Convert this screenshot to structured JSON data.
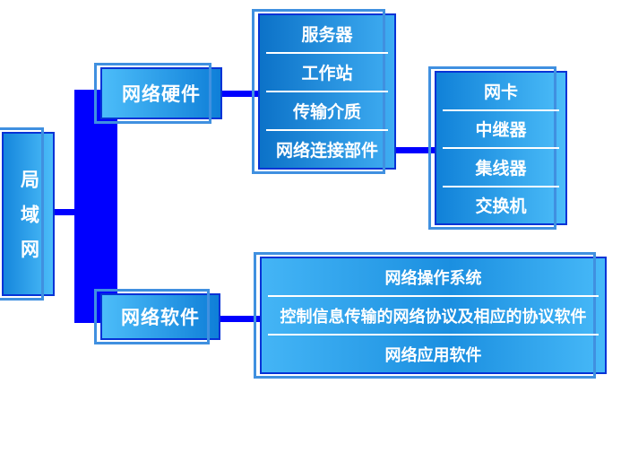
{
  "lan": {
    "label": "局域网"
  },
  "hardware": {
    "label": "网络硬件"
  },
  "software": {
    "label": "网络软件"
  },
  "hardware_components": {
    "items": [
      "服务器",
      "工作站",
      "传输介质",
      "网络连接部件"
    ]
  },
  "connection_parts": {
    "items": [
      "网卡",
      "中继器",
      "集线器",
      "交换机"
    ]
  },
  "software_components": {
    "items": [
      "网络操作系统",
      "控制信息传输的网络协议及相应的协议软件",
      "网络应用软件"
    ]
  },
  "colors": {
    "connector": "#0000ff",
    "box_border": "#0633d6",
    "shadow_outline": "#4090e0",
    "text": "#ffffff"
  }
}
